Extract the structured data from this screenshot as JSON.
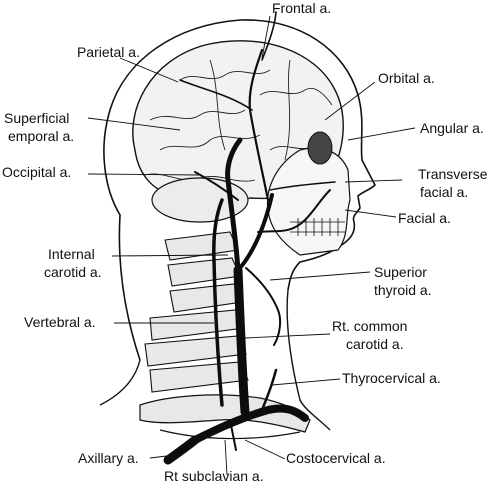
{
  "labels": {
    "frontal": "Frontal a.",
    "parietal": "Parietal a.",
    "orbital": "Orbital a.",
    "superficial_temporal_1": "Superficial",
    "superficial_temporal_2": "emporal a.",
    "angular": "Angular a.",
    "occipital": "Occipital a.",
    "transverse_facial_1": "Transverse",
    "transverse_facial_2": "facial a.",
    "facial": "Facial a.",
    "internal_carotid_1": "Internal",
    "internal_carotid_2": "carotid a.",
    "superior_thyroid_1": "Superior",
    "superior_thyroid_2": "thyroid a.",
    "vertebral": "Vertebral a.",
    "common_carotid_1": "Rt. common",
    "common_carotid_2": "carotid a.",
    "thyrocervical": "Thyrocervical a.",
    "axillary": "Axillary a.",
    "costocervical": "Costocervical a.",
    "subclavian": "Rt subclavian a."
  },
  "colors": {
    "ink": "#111111",
    "artery": "#0d0d0d",
    "brain_fill": "#f2f2f2",
    "bone_fill": "#e8e8e8",
    "background": "#ffffff"
  }
}
